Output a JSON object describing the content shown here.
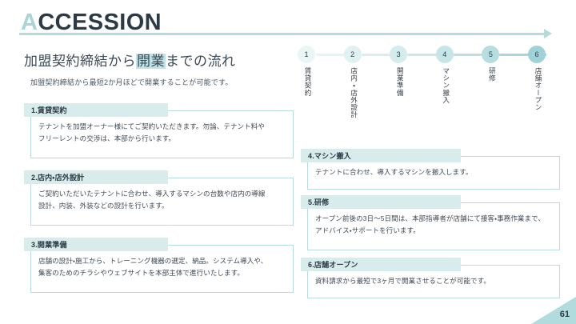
{
  "brand": {
    "lead_letter": "A",
    "rest": "CCESSION",
    "arrow_icon": "arrow-right-icon"
  },
  "heading": {
    "prefix": "加盟契約締結から",
    "highlight": "開業",
    "suffix": "までの流れ",
    "lede": "加盟契約締結から最短2か月ほどで開業することが可能です。"
  },
  "timeline": {
    "nodes": [
      {
        "number": "1",
        "label": "賃貸契約",
        "circle_color": "#eaf6f6",
        "segment_color": "#e4f3f3"
      },
      {
        "number": "2",
        "label": "店内・店外設計",
        "circle_color": "#e0f1f1",
        "segment_color": "#d8eeef"
      },
      {
        "number": "3",
        "label": "開業準備",
        "circle_color": "#d4ecec",
        "segment_color": "#c9e7e8"
      },
      {
        "number": "4",
        "label": "マシン搬入",
        "circle_color": "#c6e5e6",
        "segment_color": "#bbdfe1"
      },
      {
        "number": "5",
        "label": "研修",
        "circle_color": "#b6dde0",
        "segment_color": "#a9d6da"
      },
      {
        "number": "6",
        "label": "店舗オープン",
        "circle_color": "#9fd2d7",
        "segment_color": "#9fd2d7"
      }
    ]
  },
  "steps": [
    {
      "title": "1.賃貸契約",
      "lines": [
        "テナントを加盟オーナー様にてご契約いただきます。勿論、テナント料や",
        "フリーレントの交渉は、本部から行います。"
      ]
    },
    {
      "title": "2.店内・店外設計",
      "lines": [
        "ご契約いただいたテナントに合わせ、導入するマシンの台数や店内の導線",
        "設計、内装、外装などの設計を行います。"
      ]
    },
    {
      "title": "3.開業準備",
      "lines": [
        "店舗の設計・施工から、トレーニング機器の選定、納品。システム導入や、",
        "集客のためのチラシやウェブサイトを本部主体で進行いたします。"
      ]
    },
    {
      "title": "4.マシン搬入",
      "lines": [
        "テナントに合わせ、導入するマシンを搬入します。"
      ]
    },
    {
      "title": "5.研修",
      "lines": [
        "オープン前後の3日～5日間は、本部指導者が店舗にて接客・事務作業まで、",
        "アドバイス・サポートを行います。"
      ]
    },
    {
      "title": "6.店舗オープン",
      "lines": [
        "資料請求から最短で3ヶ月で開業させることが可能です。"
      ]
    }
  ],
  "page_number": "61",
  "colors": {
    "accent": "#b2dbde",
    "accent_light": "#d7eceb",
    "ink": "#2b3844"
  }
}
